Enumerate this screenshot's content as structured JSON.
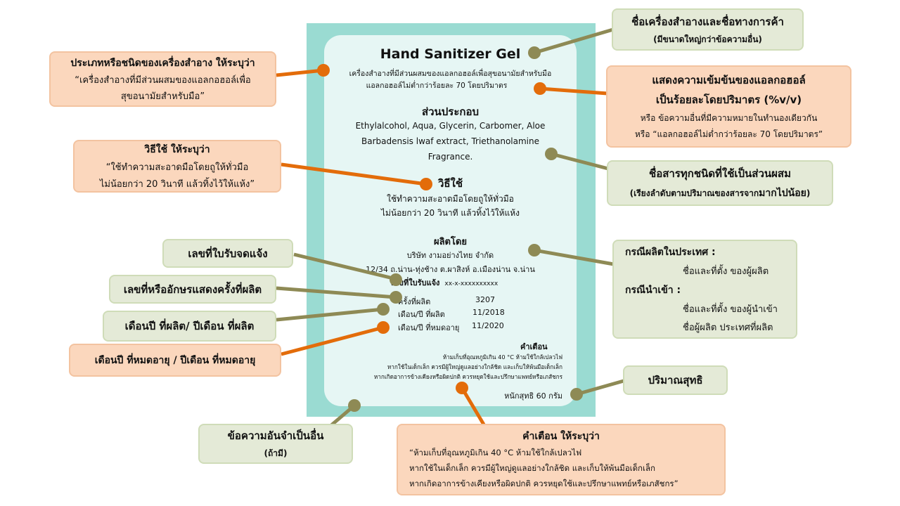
{
  "label": {
    "title": "Hand Sanitizer Gel",
    "type_line1": "เครื่องสำอางที่มีส่วนผสมของแอลกอฮอล์เพื่อสุขอนามัยสำหรับมือ",
    "type_line2": "แอลกอฮอล์ไม่ต่ำกว่าร้อยละ 70 โดยปริมาตร",
    "ingredients_heading": "ส่วนประกอบ",
    "ingredients_line1": "Ethylalcohol, Aqua, Glycerin, Carbomer, Aloe",
    "ingredients_line2": "Barbadensis lwaf extract, Triethanolamine",
    "ingredients_line3": "Fragrance.",
    "usage_heading": "วิธีใช้",
    "usage_line1": "ใช้ทำความสะอาดมือโดยถูให้ทั่วมือ",
    "usage_line2": "ไม่น้อยกว่า 20 วินาที แล้วทิ้งไว้ให้แห้ง",
    "producer_heading": "ผลิตโดย",
    "producer_name": "บริษัท งามอย่างไทย จำกัด",
    "producer_address": "12/34 ถ.น่าน-ทุ่งช้าง ต.ผาสิงห์ อ.เมืองน่าน จ.น่าน",
    "notification_label": "เลขที่ใบรับแจ้ง",
    "notification_value": "xx-x-xxxxxxxxxx",
    "lot_label": "ครั้งที่ผลิต",
    "lot_value": "3207",
    "mfg_label": "เดือน/ปี ที่ผลิต",
    "mfg_value": "11/2018",
    "exp_label": "เดือน/ปี ที่หมดอายุ",
    "exp_value": "11/2020",
    "warning_heading": "คำเตือน",
    "warning_line1": "ห้ามเก็บที่อุณหภูมิเกิน 40 °C ห้ามใช้ใกล้เปลวไฟ",
    "warning_line2": "หากใช้ในเด็กเล็ก ควรมีผู้ใหญ่ดูแลอย่างใกล้ชิด และเก็บให้พ้นมือเด็กเล็ก",
    "warning_line3": "หากเกิดอาการข้างเคียงหรือผิดปกติ ควรหยุดใช้และปรึกษาแพทย์หรือเภสัชกร",
    "net": "หนักสุทธิ 60 กรัม"
  },
  "callouts": {
    "trade_name_line1": "ชื่อเครื่องสำอางและชื่อทางการค้า",
    "trade_name_line2": "(มีขนาดใหญ่กว่าข้อความอื่น)",
    "type_line1": "ประเภทหรือชนิดของเครื่องสำอาง ให้ระบุว่า",
    "type_line2": "“เครื่องสำอางที่มีส่วนผสมของแอลกอฮอล์เพื่อ",
    "type_line3": "สุขอนามัยสำหรับมือ”",
    "alcohol_line1": "แสดงความเข้มข้นของแอลกอฮอล์",
    "alcohol_line2": "เป็นร้อยละโดยปริมาตร (%v/v)",
    "alcohol_line3": "หรือ ข้อความอื่นที่มีความหมายในทำนองเดียวกัน",
    "alcohol_line4": "หรือ “แอลกอฮอล์ไม่ต่ำกว่าร้อยละ 70 โดยปริมาตร”",
    "usage_line1": "วิธีใช้ ให้ระบุว่า",
    "usage_line2": "“ใช้ทำความสะอาดมือโดยถูให้ทั่วมือ",
    "usage_line3": "ไม่น้อยกว่า 20 วินาที แล้วทิ้งไว้ให้แห้ง”",
    "ingredients_line1": "ชื่อสารทุกชนิดที่ใช้เป็นส่วนผสม",
    "ingredients_line2": "(เรียงลำดับตามปริมาณของสารจาก",
    "ingredients_line2_bold": "มากไปน้อย",
    "ingredients_line2_end": ")",
    "notification": "เลขที่ใบรับจดแจ้ง",
    "lot": "เลขที่หรืออักษรแสดงครั้งที่ผลิต",
    "mfg": "เดือนปี ที่ผลิต/ ปีเดือน ที่ผลิต",
    "exp": "เดือนปี ที่หมดอายุ / ปีเดือน ที่หมดอายุ",
    "producer_domestic": "กรณีผลิตในประเทศ :",
    "producer_domestic_detail": "ชื่อและที่ตั้ง ของผู้ผลิต",
    "producer_import": "กรณีนำเข้า :",
    "producer_import_detail1": "ชื่อและที่ตั้ง ของผู้นำเข้า",
    "producer_import_detail2": "ชื่อผู้ผลิต ประเทศที่ผลิต",
    "net": "ปริมาณสุทธิ",
    "other_line1": "ข้อความอันจำเป็นอื่น",
    "other_line2": "(ถ้ามี)",
    "warning_line1": "คำเตือน ให้ระบุว่า",
    "warning_line2": "“ห้ามเก็บที่อุณหภูมิเกิน 40 °C ห้ามใช้ใกล้เปลวไฟ",
    "warning_line3": "หากใช้ในเด็กเล็ก ควรมีผู้ใหญ่ดูแลอย่างใกล้ชิด และเก็บให้พ้นมือเด็กเล็ก",
    "warning_line4": "หากเกิดอาการข้างเคียงหรือผิดปกติ ควรหยุดใช้และปรึกษาแพทย์หรือเภสัชกร”"
  },
  "colors": {
    "label_border": "#9adbd2",
    "label_fill": "#e6f6f4",
    "olive": "#8e8a55",
    "orange": "#e36c0a",
    "green_box": "#e4ead7",
    "orange_box": "#fbd7bd"
  }
}
